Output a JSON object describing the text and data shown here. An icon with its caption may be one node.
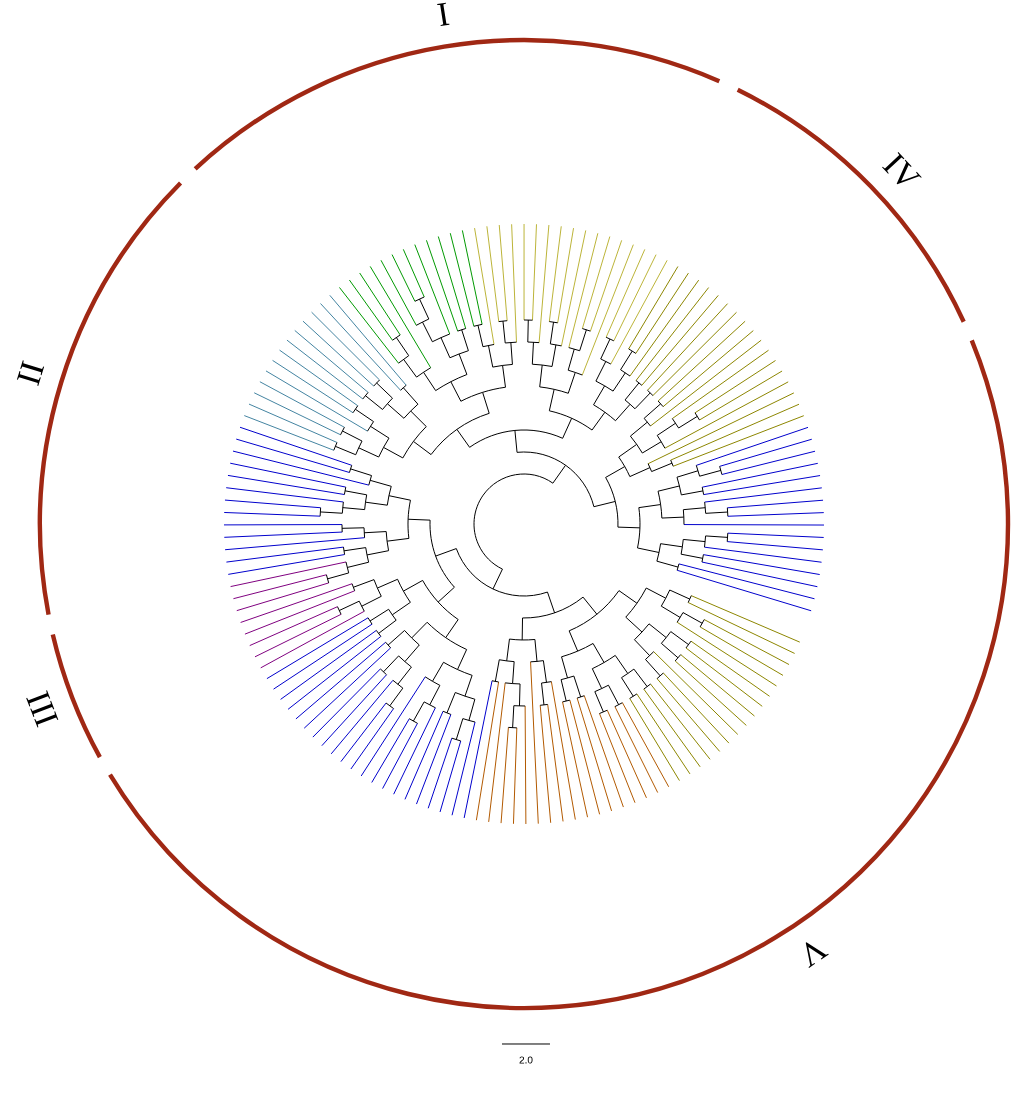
{
  "diagram": {
    "labels": [
      "I",
      "II",
      "III",
      "IV",
      "V",
      "2.0"
    ]
  }
}
